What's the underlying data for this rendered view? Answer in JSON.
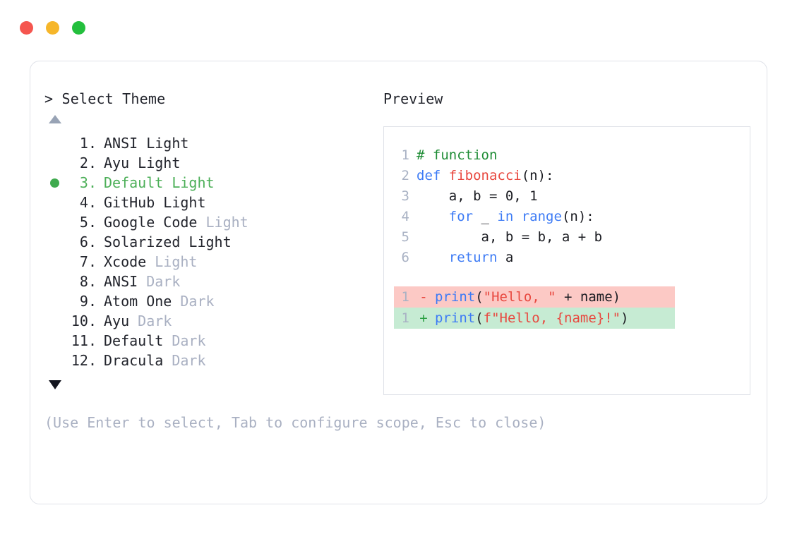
{
  "window": {
    "traffic_lights": [
      {
        "name": "close-dot",
        "color": "#f5564f"
      },
      {
        "name": "minimize-dot",
        "color": "#f6b62a"
      },
      {
        "name": "maximize-dot",
        "color": "#23bf3d"
      }
    ]
  },
  "left_pane": {
    "prompt": "> Select Theme",
    "scroll_up_icon": "triangle-up-icon",
    "scroll_down_icon": "triangle-down-icon",
    "selected_index": 3,
    "items": [
      {
        "index": "1.",
        "name": "ANSI Light",
        "suffix": ""
      },
      {
        "index": "2.",
        "name": "Ayu Light",
        "suffix": ""
      },
      {
        "index": "3.",
        "name": "Default Light",
        "suffix": "",
        "selected": true
      },
      {
        "index": "4.",
        "name": "GitHub Light",
        "suffix": ""
      },
      {
        "index": "5.",
        "name": "Google Code",
        "suffix": " Light"
      },
      {
        "index": "6.",
        "name": "Solarized Light",
        "suffix": ""
      },
      {
        "index": "7.",
        "name": "Xcode",
        "suffix": " Light"
      },
      {
        "index": "8.",
        "name": "ANSI",
        "suffix": " Dark"
      },
      {
        "index": "9.",
        "name": "Atom One",
        "suffix": " Dark"
      },
      {
        "index": "10.",
        "name": "Ayu",
        "suffix": " Dark"
      },
      {
        "index": "11.",
        "name": "Default",
        "suffix": " Dark"
      },
      {
        "index": "12.",
        "name": "Dracula",
        "suffix": " Dark"
      }
    ],
    "help_text": "(Use Enter to select, Tab to configure scope, Esc to close)"
  },
  "right_pane": {
    "title": "Preview",
    "code_lines": [
      {
        "no": "1",
        "tokens": [
          {
            "t": "# function",
            "c": "comment"
          }
        ]
      },
      {
        "no": "2",
        "tokens": [
          {
            "t": "def ",
            "c": "keyword"
          },
          {
            "t": "fibonacci",
            "c": "func"
          },
          {
            "t": "(n):",
            "c": "plain"
          }
        ]
      },
      {
        "no": "3",
        "tokens": [
          {
            "t": "    a, b = 0, 1",
            "c": "plain"
          }
        ]
      },
      {
        "no": "4",
        "tokens": [
          {
            "t": "    ",
            "c": "plain"
          },
          {
            "t": "for",
            "c": "keyword"
          },
          {
            "t": " _ ",
            "c": "plain"
          },
          {
            "t": "in range",
            "c": "keyword"
          },
          {
            "t": "(n):",
            "c": "plain"
          }
        ]
      },
      {
        "no": "5",
        "tokens": [
          {
            "t": "        a, b = b, a + b",
            "c": "plain"
          }
        ]
      },
      {
        "no": "6",
        "tokens": [
          {
            "t": "    ",
            "c": "plain"
          },
          {
            "t": "return",
            "c": "keyword"
          },
          {
            "t": " a",
            "c": "plain"
          }
        ]
      }
    ],
    "diff_lines": [
      {
        "no": "1",
        "marker": "-",
        "kind": "del",
        "tokens": [
          {
            "t": "print",
            "c": "keyword"
          },
          {
            "t": "(",
            "c": "plain"
          },
          {
            "t": "\"Hello, \"",
            "c": "string"
          },
          {
            "t": " + name)",
            "c": "plain"
          }
        ]
      },
      {
        "no": "1",
        "marker": "+",
        "kind": "add",
        "tokens": [
          {
            "t": "print",
            "c": "keyword"
          },
          {
            "t": "(",
            "c": "plain"
          },
          {
            "t": "f\"Hello, {name}!\"",
            "c": "string"
          },
          {
            "t": ")",
            "c": "plain"
          }
        ]
      }
    ]
  },
  "colors": {
    "accent_green": "#4caf58",
    "muted": "#a9b0c2",
    "border": "#dfe2e8",
    "comment": "#1e8c35",
    "keyword": "#3d7bf5",
    "func": "#e8483f",
    "string": "#e8483f",
    "diff_del_bg": "#fcc9c5",
    "diff_add_bg": "#c6ebd3"
  }
}
